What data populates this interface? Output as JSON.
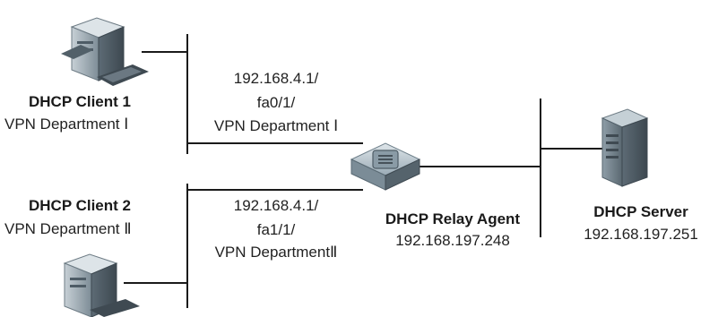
{
  "clients": [
    {
      "name": "DHCP Client 1",
      "department": "VPN Department Ⅰ"
    },
    {
      "name": "DHCP Client 2",
      "department": "VPN Department Ⅱ"
    }
  ],
  "links": [
    {
      "line1": "192.168.4.1/",
      "line2": "fa0/1/",
      "line3": "VPN Department Ⅰ"
    },
    {
      "line1": "192.168.4.1/",
      "line2": "fa1/1/",
      "line3": "VPN DepartmentⅡ"
    }
  ],
  "relay": {
    "name": "DHCP Relay Agent",
    "ip": "192.168.197.248"
  },
  "server": {
    "name": "DHCP Server",
    "ip": "192.168.197.251"
  },
  "colors": {
    "line": "#1a1a1a",
    "device_body": "#8a9aa6",
    "device_dark": "#4e5c66",
    "router": "#9fb0bb"
  },
  "icons": {
    "client": "desktop-computer-icon",
    "relay": "router-icon",
    "server": "tower-server-icon"
  }
}
